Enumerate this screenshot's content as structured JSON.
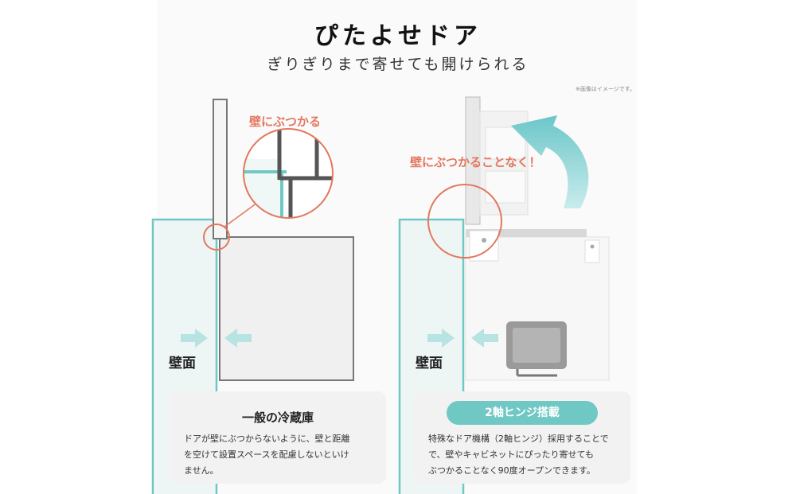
{
  "header": {
    "title": "ぴたよせドア",
    "subtitle": "ぎりぎりまで寄せても開けられる",
    "note": "※画像はイメージです。"
  },
  "left": {
    "callout": "壁にぶつかる",
    "wall_label": "壁面",
    "card": {
      "title": "一般の冷蔵庫",
      "body": [
        "ドアが壁にぶつからないように、壁と距離",
        "を空けて設置スペースを配慮しないといけ",
        "ません。"
      ]
    }
  },
  "right": {
    "callout": "壁にぶつかることなく！",
    "wall_label": "壁面",
    "card": {
      "title": "2軸ヒンジ搭載",
      "body": [
        "特殊なドア機構（2軸ヒンジ）採用することで",
        "で、壁やキャビネットにぴったり寄せても",
        "ぶつかることなく90度オープンできます。"
      ]
    }
  },
  "colors": {
    "accent_teal": "#6fc8c4",
    "callout_orange": "#e3775e",
    "arrow_teal": "#8fd4d6"
  }
}
